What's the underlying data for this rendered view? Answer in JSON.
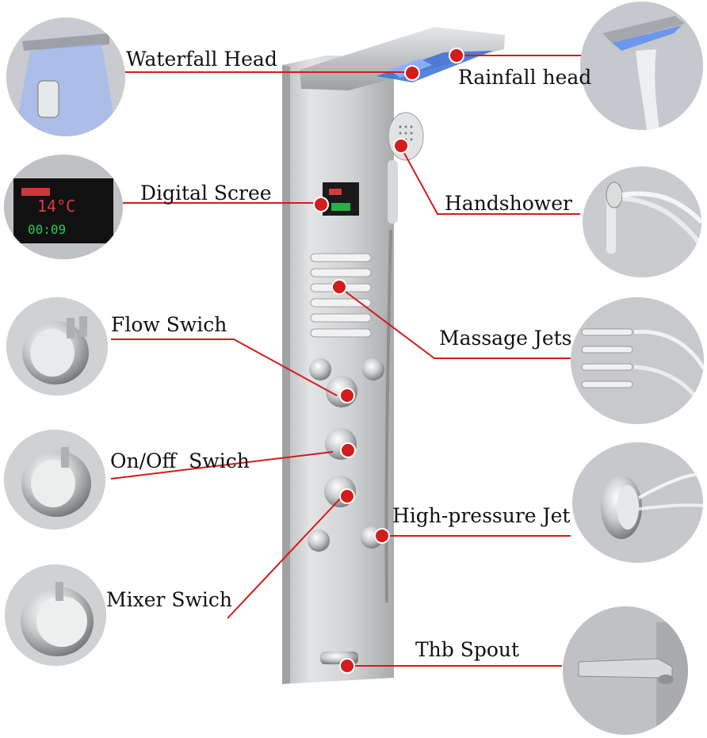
{
  "labels": {
    "waterfall": "Waterfall Head",
    "rainfall": "Rainfall head",
    "digital": "Digital Scree",
    "handshower": "Handshower",
    "flow": "Flow Swich",
    "massage": "Massage Jets",
    "onoff": "On/Off  Swich",
    "highpressure": "High-pressure Jet",
    "mixer": "Mixer Swich",
    "spout": "Thb Spout"
  },
  "screen": {
    "temperature": "14°C",
    "time": "00:09"
  },
  "colors": {
    "leader": "#d41c1c",
    "panel": "#cfd1d3",
    "text": "#111111"
  }
}
